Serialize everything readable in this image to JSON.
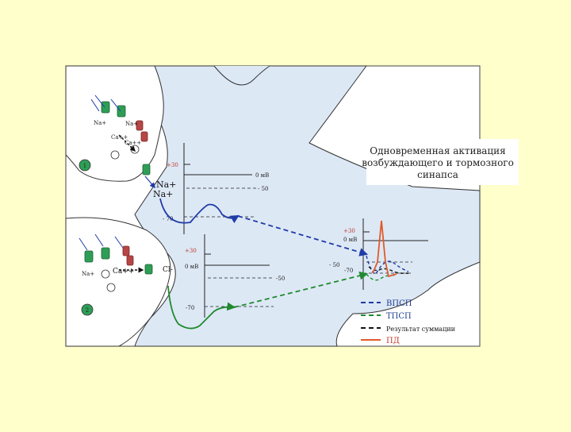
{
  "title": {
    "lines": [
      "Одновременная активация",
      "возбуждающего и тормозного",
      "синапса"
    ]
  },
  "markers": {
    "one": "1",
    "two": "2"
  },
  "ions": {
    "na_top_1": "Na+",
    "na_top_2": "Na+",
    "ca_top_1": "Ca++",
    "ca_top_2": "Ca++",
    "na_mid_1": "Na+",
    "na_mid_2": "Na+",
    "na_bot": "Na+",
    "ca_bot": "Ca++",
    "cl_bot": "Cl-"
  },
  "scale1": {
    "plus30": "+30",
    "zero": "0 мВ",
    "minus50": "- 50",
    "minus70": "- 70"
  },
  "scale2": {
    "plus30": "+30",
    "zero": "0 мВ",
    "minus50": "-50",
    "minus70": "-70"
  },
  "scale3": {
    "plus30": "+30",
    "zero": "0 мВ",
    "minus50": "- 50",
    "minus70": "-70"
  },
  "legend": {
    "epsp": "ВПСП",
    "ipsp": "ТПСП",
    "sum": "Результат суммации",
    "ap": "ПД"
  },
  "colors": {
    "cell": "#dde8f5",
    "border": "#333333",
    "epsp": "#1f3ba8",
    "ipsp": "#1f8a2e",
    "ap": "#e05a2a",
    "receptor": "#2e9e56",
    "channel": "#b84545"
  }
}
